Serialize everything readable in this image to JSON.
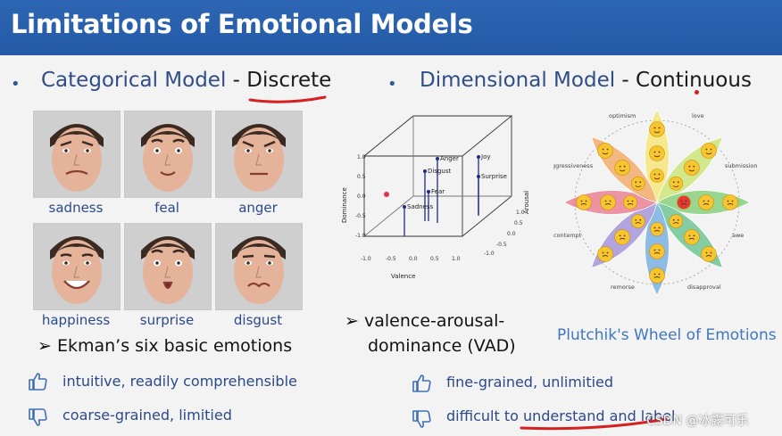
{
  "title": "Limitations of Emotional Models",
  "left": {
    "heading_blue": "Categorical Model",
    "heading_sep": " - ",
    "heading_dark": "Discrete",
    "faces": [
      {
        "label": "sadness"
      },
      {
        "label": "feal"
      },
      {
        "label": "anger"
      },
      {
        "label": "happiness"
      },
      {
        "label": "surprise"
      },
      {
        "label": "disgust"
      }
    ],
    "sub": "Ekman’s six basic emotions",
    "pro": "intuitive, readily comprehensible",
    "con": "coarse-grained, limitied"
  },
  "right": {
    "heading_blue": "Dimensional Model",
    "heading_sep": " - ",
    "heading_dark": "Continuous",
    "vad_line1": "valence-arousal-",
    "vad_line2": "dominance (VAD)",
    "plot": {
      "xlabel": "Valence",
      "ylabel": "Dominance",
      "zlabel": "Arousal",
      "points": [
        "Anger",
        "Joy",
        "Disgust",
        "Surprise",
        "Fear",
        "Sadness"
      ],
      "xticks": [
        "-1.0",
        "-0.5",
        "0.0",
        "0.5",
        "1.0"
      ],
      "yticks": [
        "1.0",
        "0.5",
        "0.0",
        "-0.5",
        "-1.0"
      ],
      "zticks": [
        "1.0",
        "0.5",
        "0.0",
        "-0.5",
        "-1.0"
      ]
    },
    "wheel": {
      "labels": [
        "optimism",
        "love",
        "aggressiveness",
        "submission",
        "contempt",
        "awe",
        "remorse",
        "disapproval"
      ],
      "petal_colors": [
        "#f7e46a",
        "#c8e36a",
        "#7ccc6d",
        "#5fbf8a",
        "#6aa8e0",
        "#9b8ad8",
        "#e9738a",
        "#f3a35b"
      ]
    },
    "wheel_caption": "Plutchik's Wheel of Emotions",
    "pro": "fine-grained, unlimitied",
    "con": "difficult to understand and label"
  },
  "watermark": "CSDN @冰露可乐"
}
